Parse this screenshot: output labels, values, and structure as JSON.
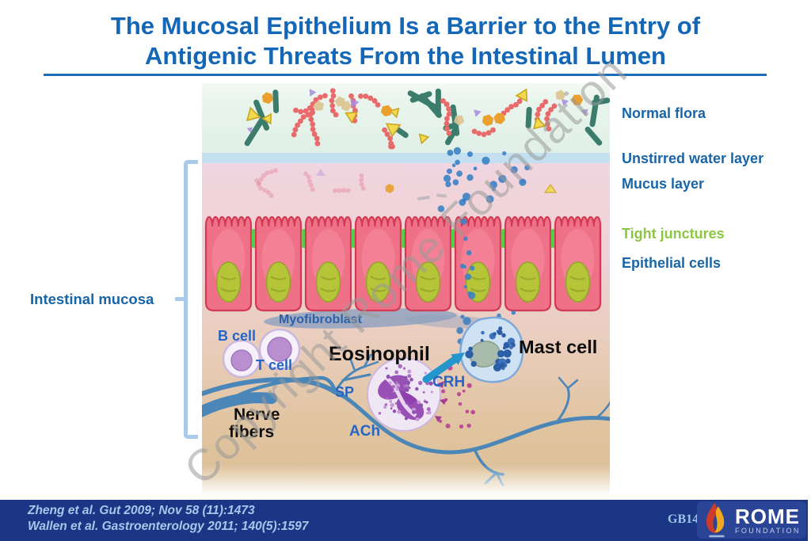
{
  "title": {
    "line1": "The Mucosal Epithelium Is a Barrier to the Entry of",
    "line2": "Antigenic Threats From the Intestinal Lumen"
  },
  "watermark": "Copyright Rome Foundation",
  "left_labels": {
    "intestinal_mucosa": "Intestinal mucosa"
  },
  "right_labels": {
    "normal_flora": "Normal flora",
    "unstirred_water": "Unstirred water layer",
    "mucus_layer": "Mucus layer",
    "tight_junctures": "Tight junctures",
    "epithelial_cells": "Epithelial cells"
  },
  "diagram_labels": {
    "myofibroblast": "Myofibroblast",
    "b_cell": "B cell",
    "t_cell": "T cell",
    "eosinophil": "Eosinophil",
    "mast_cell": "Mast cell",
    "nerve_line1": "Nerve",
    "nerve_line2": "fibers",
    "sp": "SP",
    "crh": "CRH",
    "ach": "ACh"
  },
  "footer": {
    "reference1": "Zheng et al. Gut 2009; Nov 58 (11):1473",
    "reference2": "Wallen et al. Gastroenterology 2011; 140(5):1597",
    "slide_code": "GB14",
    "logo_name": "ROME",
    "logo_subname": "FOUNDATION"
  },
  "colors": {
    "title_blue": "#1467b6",
    "side_label_blue": "#1865a8",
    "tight_juncture_green": "#8dc63f",
    "tight_junction_mark_green": "#4ed348",
    "epithelial_cell_pink": "#ef7187",
    "epithelial_outline_red": "#d13a52",
    "nucleus_olive": "#b6c437",
    "nerve_blue": "#4a86b8",
    "antigen_dot_blue": "#3b82c4",
    "arrow_blue": "#2596cc",
    "footer_bg": "#1a3685",
    "footer_text_blue": "#a6c8ea",
    "watermark_gray": "#9a9a9a"
  }
}
